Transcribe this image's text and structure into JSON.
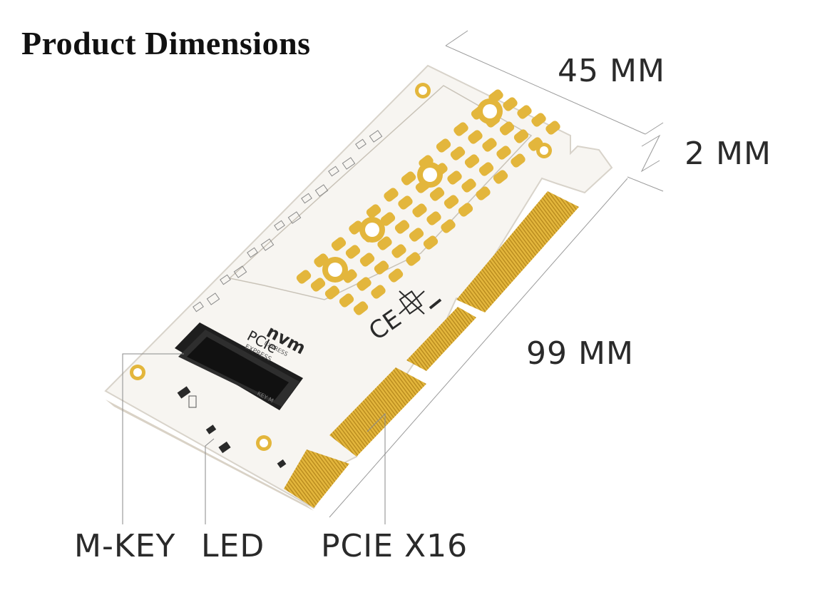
{
  "title": "Product Dimensions",
  "dimensions": {
    "width": "45 MM",
    "thickness": "2 MM",
    "length": "99 MM"
  },
  "callouts": {
    "m_key": "M-KEY",
    "led": "LED",
    "pcie": "PCIE X16"
  },
  "board_markings": {
    "logo_nvm": "nvm",
    "logo_express": "EXPRESS",
    "logo_pcie": "PCIe",
    "logo_pcie_express": "EXPRESS",
    "slot_label": "KEY M",
    "ce_mark": "CE"
  },
  "colors": {
    "board": "#f7f5f1",
    "gold": "#e3b63c",
    "connector": "#1e1e1e",
    "line": "#8a8a8a"
  }
}
